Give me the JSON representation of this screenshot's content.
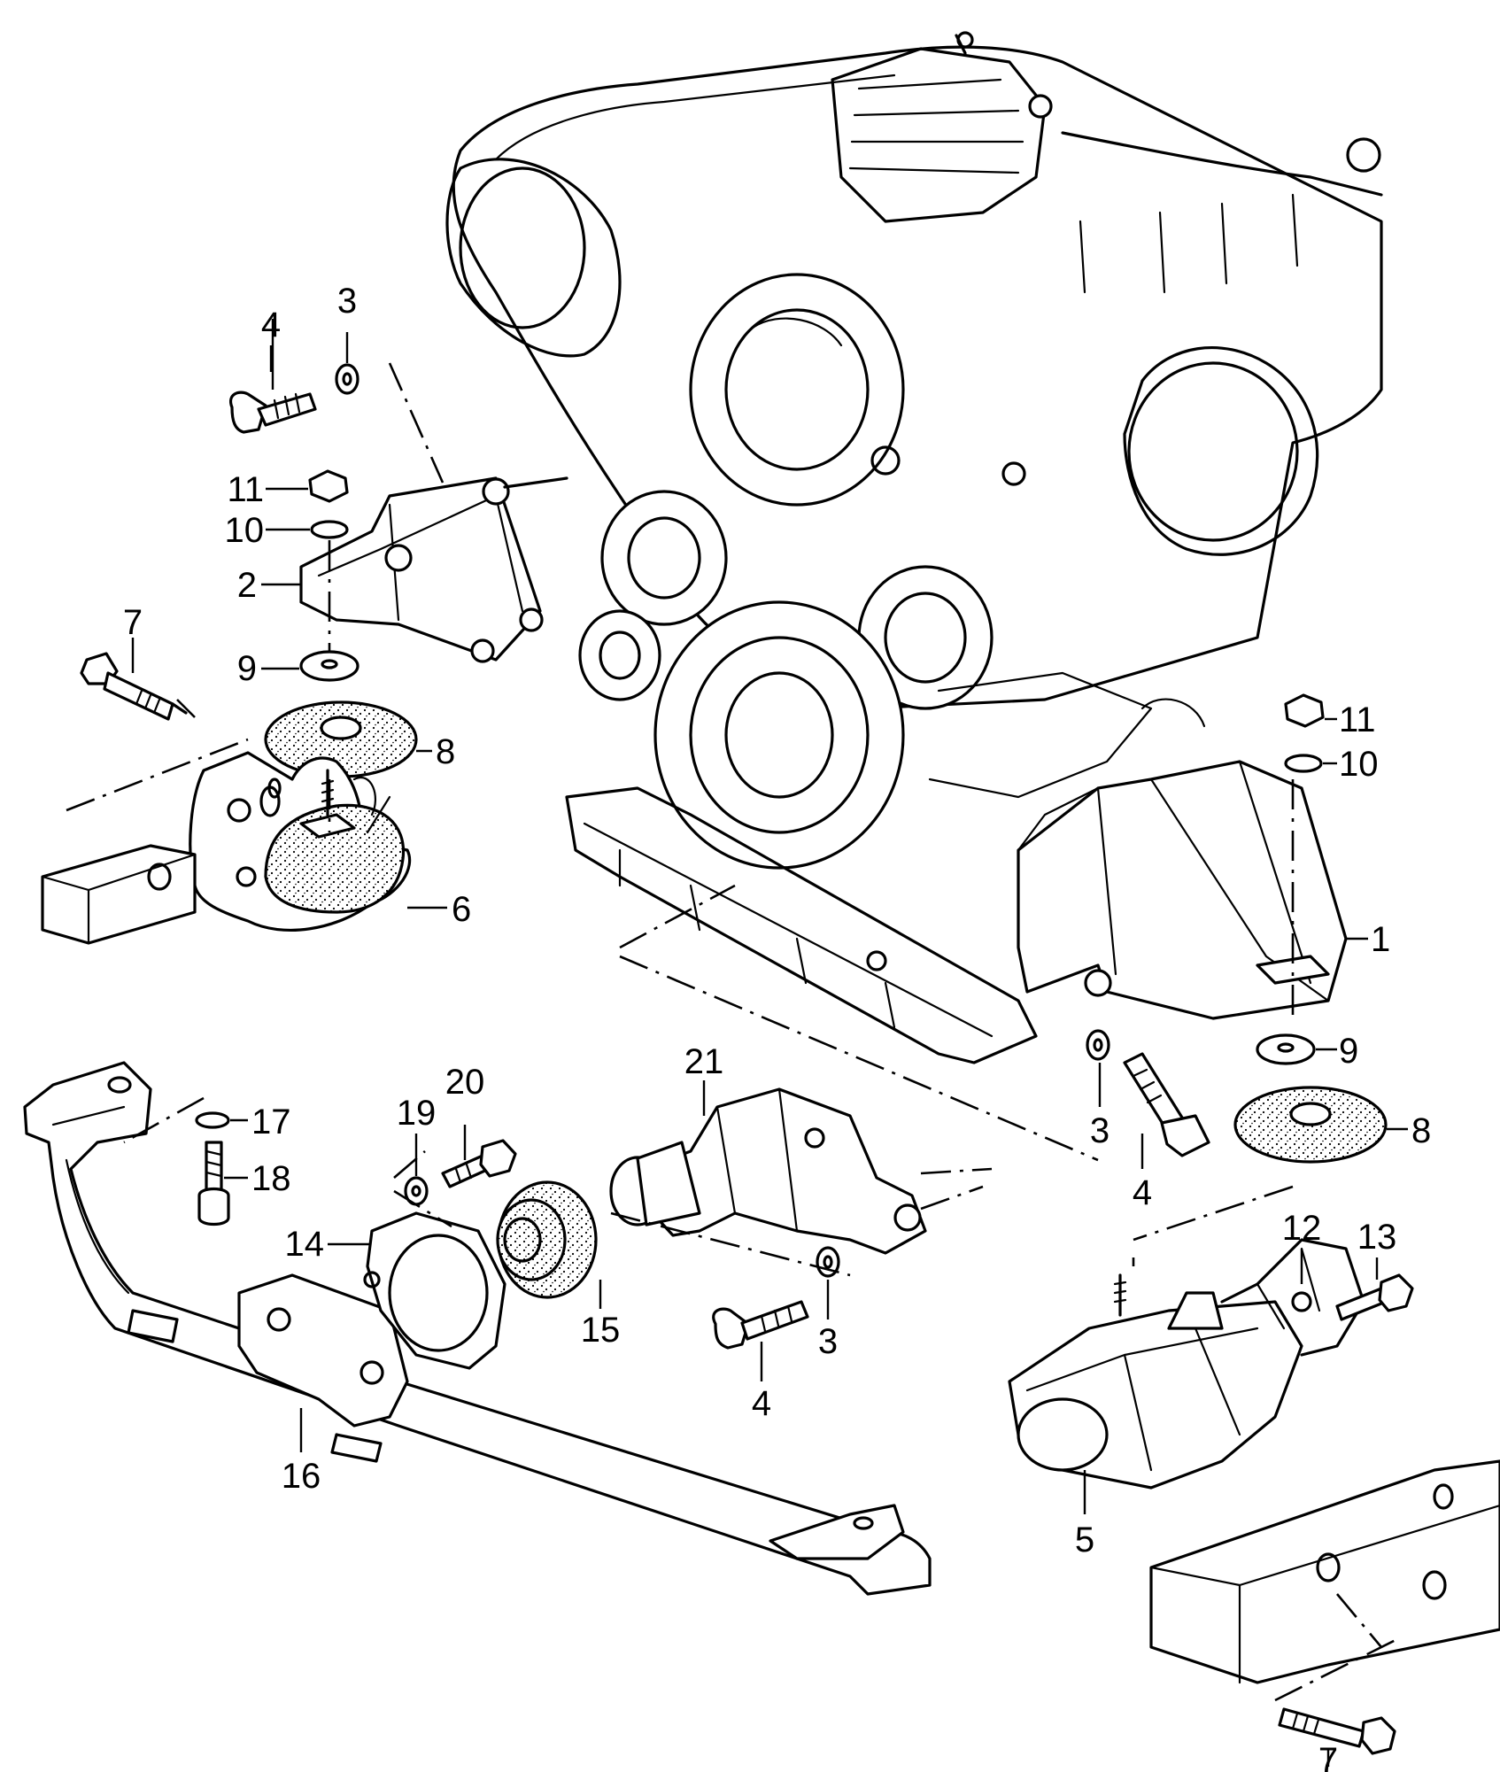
{
  "callouts": [
    "1",
    "2",
    "3",
    "4",
    "5",
    "6",
    "7",
    "8",
    "9",
    "10",
    "11",
    "12",
    "13",
    "14",
    "15",
    "16",
    "17",
    "18",
    "19",
    "20",
    "21"
  ]
}
